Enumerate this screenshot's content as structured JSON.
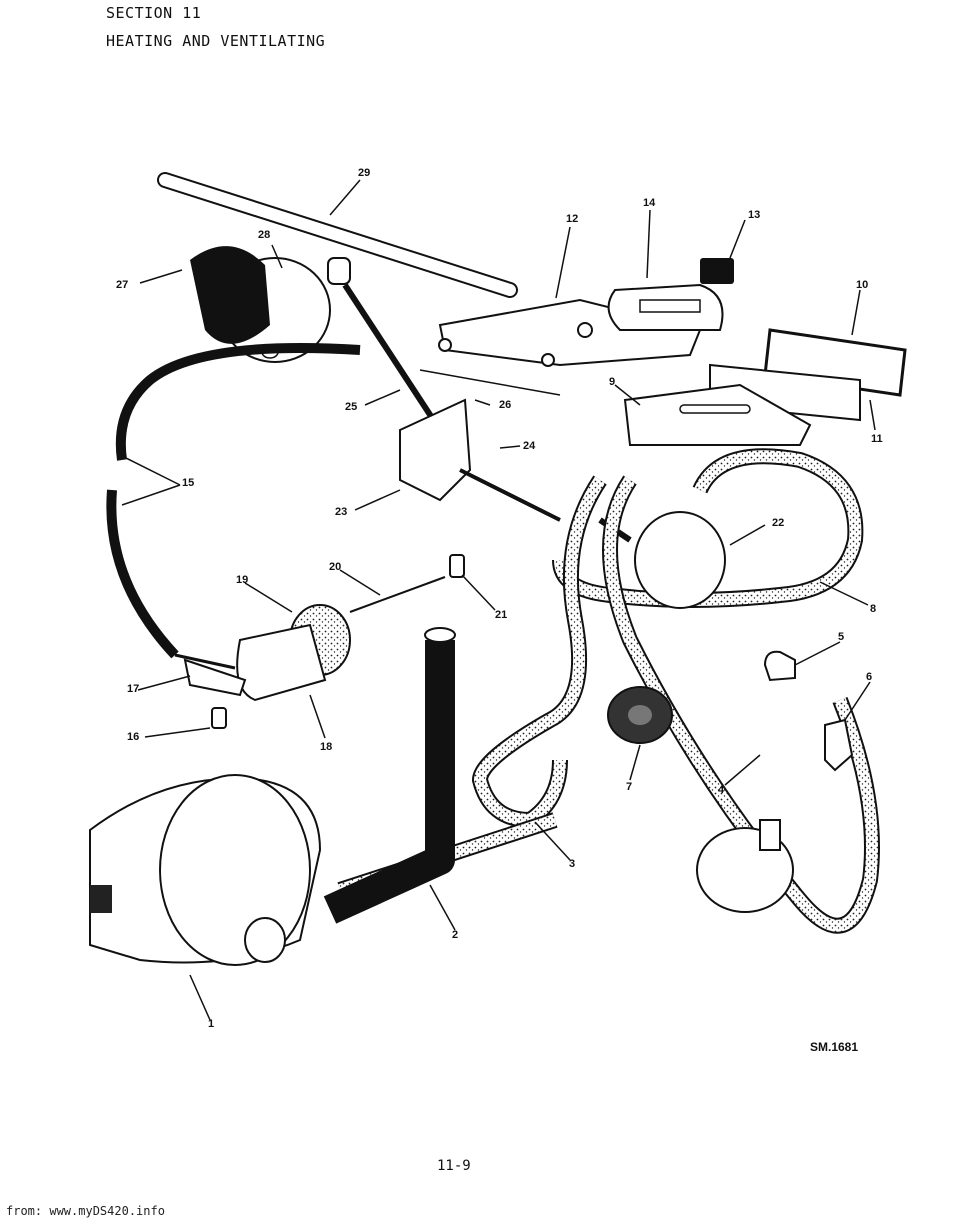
{
  "header": {
    "section": "SECTION 11",
    "title": "HEATING AND VENTILATING"
  },
  "diagram": {
    "callouts": [
      "1",
      "2",
      "3",
      "4",
      "5",
      "6",
      "7",
      "8",
      "9",
      "10",
      "11",
      "12",
      "13",
      "14",
      "15",
      "16",
      "17",
      "18",
      "19",
      "20",
      "21",
      "22",
      "23",
      "24",
      "25",
      "26",
      "27",
      "28",
      "29"
    ],
    "reference": "SM.1681"
  },
  "page_number": "11-9",
  "footer": "from: www.myDS420.info"
}
